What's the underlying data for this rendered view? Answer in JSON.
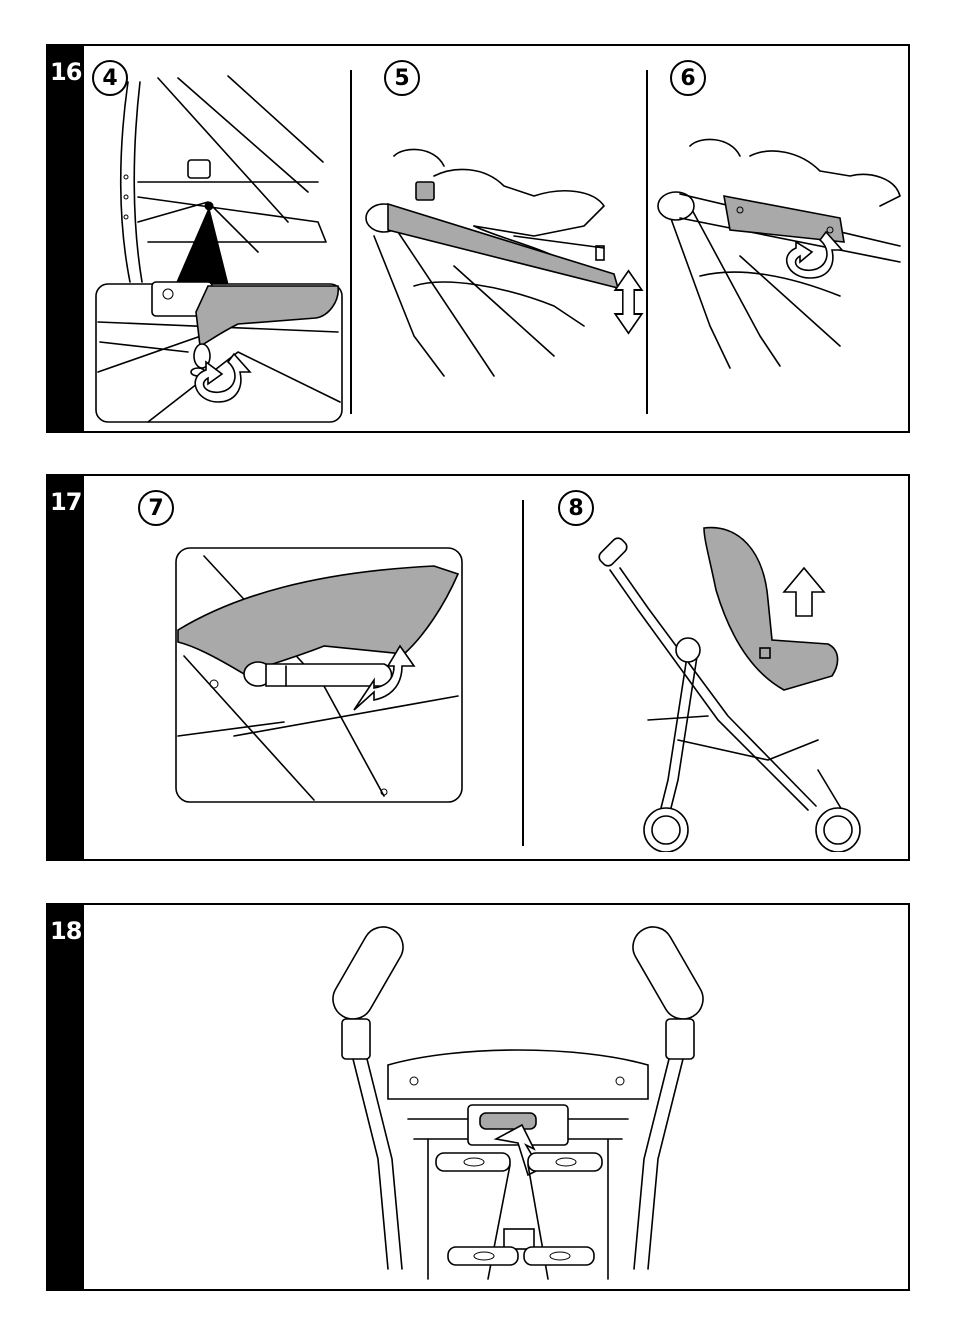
{
  "panels": [
    {
      "number": "16",
      "steps": [
        "4",
        "5",
        "6"
      ]
    },
    {
      "number": "17",
      "steps": [
        "7",
        "8"
      ]
    },
    {
      "number": "18",
      "steps": []
    }
  ]
}
